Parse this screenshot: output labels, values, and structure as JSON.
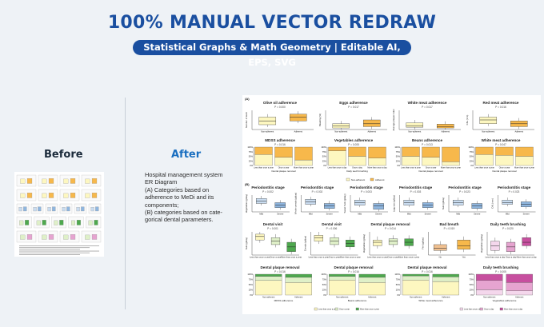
{
  "header": {
    "title": "100% MANUAL VECTOR REDRAW",
    "subtitle": "Statistical Graphs & Math Geometry | Editable AI, EPS, SVG"
  },
  "labels": {
    "before": "Before",
    "after": "After"
  },
  "description": [
    "Hospital management system",
    "ER Diagram",
    "(A)  Categories  based  on",
    "adherence to MeDi and its",
    "components;",
    "(B) categories based on cate-",
    "gorical dental parameters."
  ],
  "figure": {
    "panel_a": "(A)",
    "panel_b": "(B)",
    "boxplots_a": [
      {
        "title": "Olive oil adherence",
        "p": "P = 0.000",
        "ylabel": "Number of teeth",
        "cats": [
          "Non-adherent",
          "Adherent"
        ]
      },
      {
        "title": "Eggs adherence",
        "p": "P = 0.017",
        "ylabel": "Bleeding (%)",
        "cats": [
          "Non-adherent",
          "Adherent"
        ]
      },
      {
        "title": "White meat adherence",
        "p": "P = 0.017",
        "ylabel": "Average plaque index",
        "cats": [
          "Non-adherent",
          "Adherent"
        ]
      },
      {
        "title": "Red meat adherence",
        "p": "P = 0.016",
        "ylabel": "CAL (mm)",
        "cats": [
          "Non-adherent",
          "Adherent"
        ]
      }
    ],
    "bars_a": [
      {
        "title": "MDSS adherence",
        "p": "P = 0.016",
        "cats": [
          "Less than once a year",
          "Once a year",
          "More than once a year"
        ],
        "xlabel": "Dental plaque removal"
      },
      {
        "title": "Vegetables adherence",
        "p": "P = 0.005",
        "cats": [
          "Less than once a day",
          "Once a day",
          "More than once a day"
        ],
        "xlabel": "Daily teeth brushing"
      },
      {
        "title": "Beans adherence",
        "p": "P = 0.013",
        "cats": [
          "Less than once a year",
          "Once a year",
          "More than once a year"
        ],
        "xlabel": "Dental plaque removal"
      },
      {
        "title": "White meat adherence",
        "p": "P = 0.047",
        "cats": [
          "Less than once a year",
          "Once a year",
          "More than once a year"
        ],
        "xlabel": "Dental plaque removal"
      }
    ],
    "legend_a": [
      "Non-adherent",
      "Adherent"
    ],
    "boxplots_b1": [
      {
        "title": "Periodontitis stage",
        "p": "P = 0.002",
        "ylabel": "Vegetables (g/day)",
        "cats": [
          "Mild",
          "Severe"
        ]
      },
      {
        "title": "Periodontitis stage",
        "p": "P = 0.002",
        "ylabel": "Whole cereals (g/day)",
        "cats": [
          "Mild",
          "Severe"
        ]
      },
      {
        "title": "Periodontitis stage",
        "p": "P = 0.003",
        "ylabel": "Sweet fruits (g/day)",
        "cats": [
          "Mild",
          "Severe"
        ]
      },
      {
        "title": "Periodontitis stage",
        "p": "P = 0.003",
        "ylabel": "Legumes (g/day)",
        "cats": [
          "Mild",
          "Severe"
        ]
      },
      {
        "title": "Periodontitis stage",
        "p": "P = 0.023",
        "ylabel": "Nuts (g/day)",
        "cats": [
          "Mild",
          "Severe"
        ]
      },
      {
        "title": "Periodontitis stage",
        "p": "P = 0.023",
        "ylabel": "CAL (mm)",
        "cats": [
          "Mild",
          "Severe"
        ]
      }
    ],
    "boxplots_b2": [
      {
        "title": "Dental visit",
        "p": "P = 0.001",
        "ylabel": "Nuts (g/day)",
        "cats": [
          "Less than once a year",
          "Once a year",
          "More than once a year"
        ]
      },
      {
        "title": "Dental visit",
        "p": "P = 0.006",
        "ylabel": "Cereals (g/day)",
        "cats": [
          "Less than once a year",
          "Once a year",
          "More than once a year"
        ]
      },
      {
        "title": "Dental plaque removal",
        "p": "P = 0.014",
        "ylabel": "Vegetables (g/day)",
        "cats": [
          "Less than once a year",
          "Once a year",
          "More than once a year"
        ]
      },
      {
        "title": "Bad breath",
        "p": "P = 0.019",
        "ylabel": "Fish (g/day)",
        "cats": [
          "No",
          "Yes"
        ]
      },
      {
        "title": "Daily teeth brushing",
        "p": "P = 0.020",
        "ylabel": "Vegetables (g/day)",
        "cats": [
          "Less than once a day",
          "Once a day",
          "More than once a day"
        ]
      }
    ],
    "bars_b": [
      {
        "title": "Dental plaque removal",
        "p": "P = 0.016",
        "cats": [
          "Non-adherent",
          "Adherent"
        ],
        "xlabel": "MDSS adherence"
      },
      {
        "title": "Dental plaque removal",
        "p": "P = 0.016",
        "cats": [
          "Non-adherent",
          "Adherent"
        ],
        "xlabel": "Beans adherence"
      },
      {
        "title": "Dental plaque removal",
        "p": "P = 0.016",
        "cats": [
          "Non-adherent",
          "Adherent"
        ],
        "xlabel": "White meat adherence"
      },
      {
        "title": "Daily teeth brushing",
        "p": "P = 0.005",
        "cats": [
          "Non-adherent",
          "Adherent"
        ],
        "xlabel": "Vegetables adherence"
      }
    ],
    "legend_b_green": [
      "Less than once a year",
      "Once a year",
      "More than once a year"
    ],
    "legend_b_pink": [
      "Less than once a day",
      "Once a day",
      "More than once a day"
    ],
    "yticks_pct": [
      "100%",
      "75%",
      "50%",
      "25%",
      "0%"
    ]
  },
  "colors": {
    "brand_blue": "#1a4fa0",
    "after_blue": "#1a6fc0",
    "yellow_light": "#fdf7c0",
    "yellow_mid": "#f7e783",
    "orange": "#f7b84b",
    "blue_light": "#c9dcf0",
    "blue_mid": "#8fb6df",
    "green_light": "#dff0c8",
    "green_mid": "#a9d788",
    "green_dark": "#4ea84e",
    "pink_light": "#f4d7ec",
    "pink_mid": "#e6a4d0",
    "pink_dark": "#c74f9f"
  }
}
